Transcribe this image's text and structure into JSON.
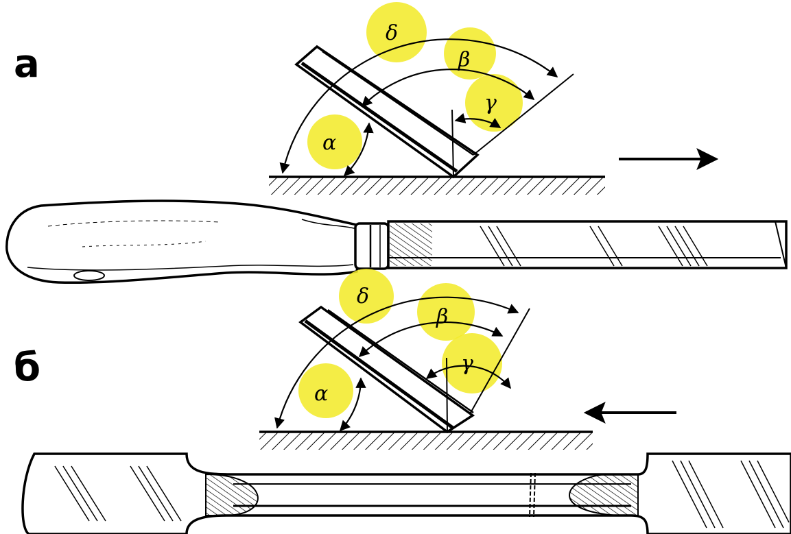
{
  "labels": {
    "panel_a": "а",
    "panel_b": "б"
  },
  "angles": {
    "a": {
      "delta": "δ",
      "beta": "β",
      "gamma": "γ",
      "alpha": "α"
    },
    "b": {
      "delta": "δ",
      "beta": "β",
      "gamma": "γ",
      "alpha": "α"
    }
  },
  "motion": {
    "a": "right",
    "b": "left"
  },
  "colors": {
    "highlight": "#f2ea2c",
    "ink": "#000000",
    "background": "#ffffff"
  }
}
